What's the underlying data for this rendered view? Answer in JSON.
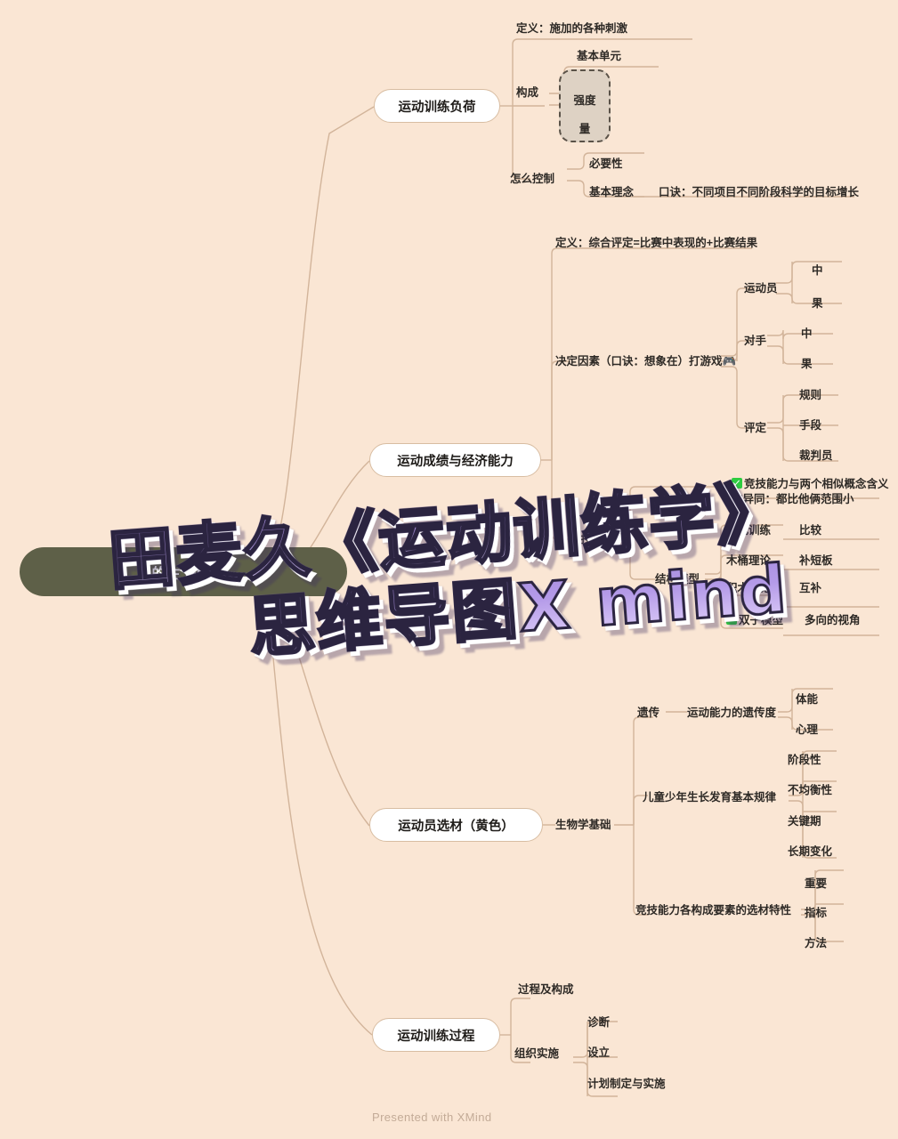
{
  "document": {
    "background_color": "#fae6d4",
    "connector_color": "#d2b49a",
    "root_color": "#5e6048",
    "accent_green": "#2ecc40",
    "footer": "Presented with XMind"
  },
  "overlay_title": {
    "line1": "田麦久《运动训练学》",
    "line2": "思维导图X mind",
    "color_start": "#a98fe0",
    "color_end": "#e2d6fa"
  },
  "root": {
    "label": "的主    构成"
  },
  "branches": [
    {
      "id": "load",
      "label": "运动训练负荷",
      "children": [
        {
          "label": "定义：施加的各种刺激"
        },
        {
          "label": "构成",
          "children": [
            {
              "label": "基本单元",
              "group": {
                "items": [
                  "强度",
                  "量"
                ]
              }
            }
          ]
        },
        {
          "label": "怎么控制",
          "children": [
            {
              "label": "必要性"
            },
            {
              "label": "基本理念",
              "children": [
                {
                  "label": "口诀：不同项目不同阶段科学的目标增长"
                }
              ]
            }
          ]
        }
      ]
    },
    {
      "id": "performance",
      "label": "运动成绩与经济能力",
      "children": [
        {
          "label": "定义：综合评定=比赛中表现的+比赛结果"
        },
        {
          "label": "决定因素（口诀：想象在）打游戏🎮",
          "children": [
            {
              "label": "运动员",
              "children": [
                {
                  "label": "中"
                },
                {
                  "label": "果"
                }
              ]
            },
            {
              "label": "对手",
              "children": [
                {
                  "label": "中"
                },
                {
                  "label": "果"
                }
              ]
            },
            {
              "label": "评定",
              "children": [
                {
                  "label": "规则"
                },
                {
                  "label": "手段"
                },
                {
                  "label": "裁判员"
                }
              ]
            }
          ]
        },
        {
          "label": "竞技能力",
          "checked": false,
          "children": [
            {
              "label": "竞技能力与两个相似概念含义的异同：都比他俩范围小",
              "checked": true
            },
            {
              "label": "结构模型",
              "children": [
                {
                  "label": "…式训练",
                  "note": "比较"
                },
                {
                  "label": "木桶理论",
                  "note": "补短板"
                },
                {
                  "label": "积木理论",
                  "note": "互补"
                },
                {
                  "label": "双子模型",
                  "note": "多向的视角",
                  "checked": true
                }
              ]
            }
          ]
        }
      ]
    },
    {
      "id": "selection",
      "label": "运动员选材（黄色）",
      "children": [
        {
          "label": "生物学基础",
          "children": [
            {
              "label": "遗传",
              "children": [
                {
                  "label": "运动能力的遗传度",
                  "children": [
                    {
                      "label": "体能"
                    },
                    {
                      "label": "心理"
                    }
                  ]
                }
              ]
            },
            {
              "label": "儿童少年生长发育基本规律",
              "children": [
                {
                  "label": "阶段性"
                },
                {
                  "label": "不均衡性"
                },
                {
                  "label": "关键期"
                },
                {
                  "label": "长期变化"
                }
              ]
            },
            {
              "label": "竞技能力各构成要素的选材特性",
              "children": [
                {
                  "label": "重要"
                },
                {
                  "label": "指标"
                },
                {
                  "label": "方法"
                }
              ]
            }
          ]
        }
      ]
    },
    {
      "id": "process",
      "label": "运动训练过程",
      "children": [
        {
          "label": "过程及构成"
        },
        {
          "label": "组织实施",
          "children": [
            {
              "label": "诊断"
            },
            {
              "label": "设立"
            },
            {
              "label": "计划制定与实施"
            }
          ]
        }
      ]
    }
  ]
}
